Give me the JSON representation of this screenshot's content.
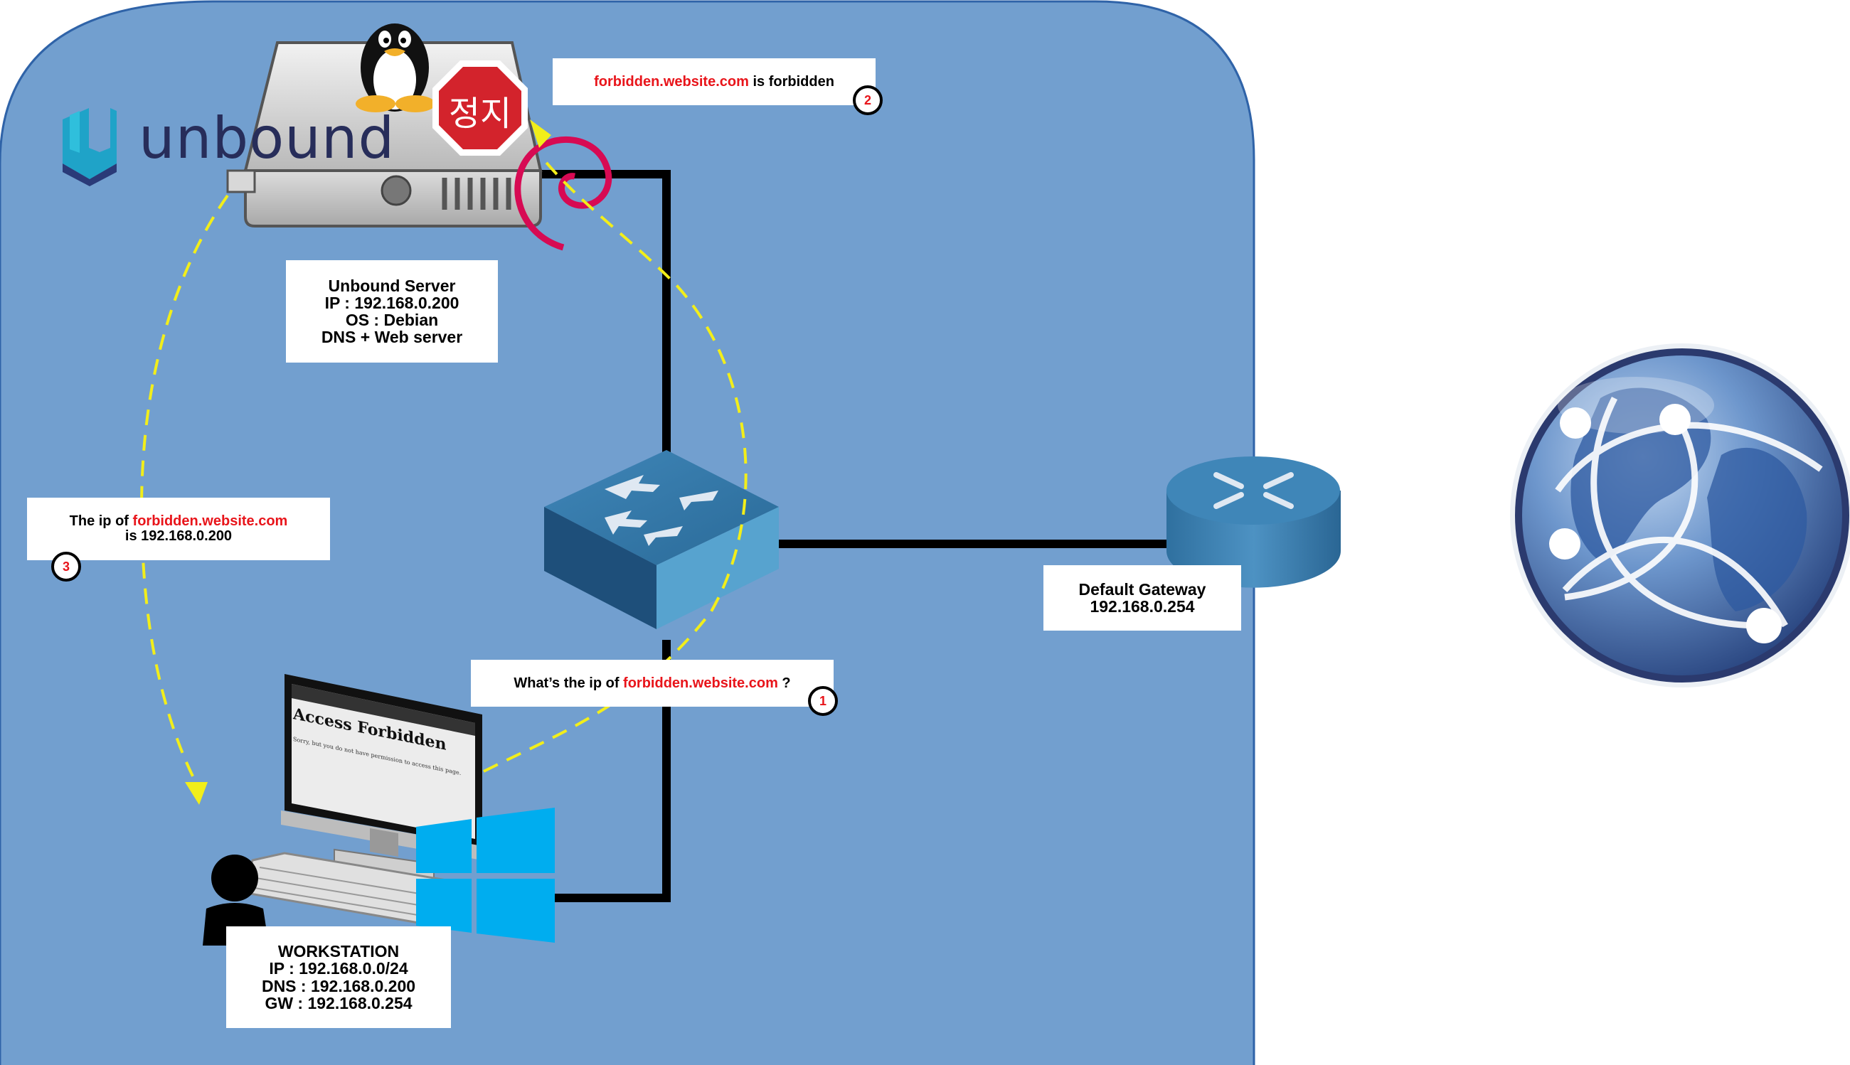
{
  "logo": {
    "text": "unbound"
  },
  "stop_sign": {
    "text": "정지"
  },
  "server_box": {
    "line1": "Unbound Server",
    "line2": "IP : 192.168.0.200",
    "line3": "OS : Debian",
    "line4": "DNS + Web server"
  },
  "workstation_box": {
    "line1": "WORKSTATION",
    "line2": "IP : 192.168.0.0/24",
    "line3": "DNS : 192.168.0.200",
    "line4": "GW : 192.168.0.254"
  },
  "gateway_box": {
    "line1": "Default Gateway",
    "line2": "192.168.0.254"
  },
  "callout1": {
    "before": "What’s the ip of ",
    "domain": "forbidden.website.com",
    "after": " ?",
    "step": "1"
  },
  "callout2": {
    "domain": "forbidden.website.com",
    "after": " is forbidden",
    "step": "2"
  },
  "callout3": {
    "before": "The ip of ",
    "domain": "forbidden.website.com",
    "line2": "is 192.168.0.200",
    "step": "3"
  },
  "browser": {
    "heading": "Access Forbidden",
    "body": "Sorry, but you do not have permission to access this page."
  },
  "colors": {
    "network_zone": "#729fcf",
    "zone_border": "#2f63a8",
    "arrow": "#f2ee1a",
    "cable": "#000000",
    "highlight": "#e8141a",
    "device_blue": "#2d6c99"
  }
}
